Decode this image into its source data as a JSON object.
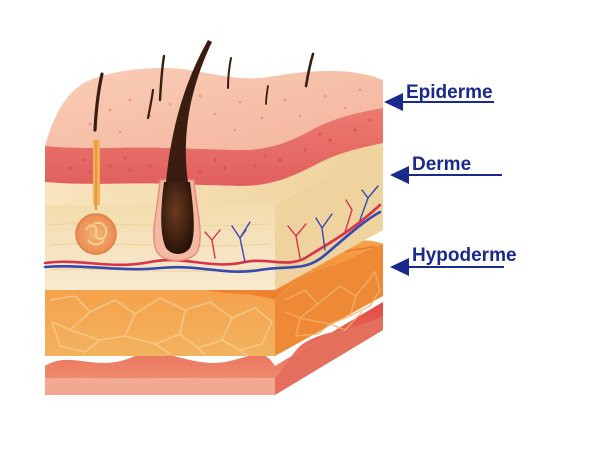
{
  "labels": {
    "epiderme": "Epiderme",
    "derme": "Derme",
    "hypoderme": "Hypoderme"
  },
  "colors": {
    "label_text": "#1a2a8c",
    "arrow": "#1a2a8c",
    "epidermis_top": "#f8c3ae",
    "epidermis_band": "#e9716a",
    "dermis_top": "#f3dcae",
    "dermis_front": "#f6e6c0",
    "hypodermis": "#f3903a",
    "muscle": "#e95f4f",
    "base": "#f2a08a",
    "hair": "#3a1d10",
    "artery": "#d8334a",
    "vein": "#3449b2"
  }
}
